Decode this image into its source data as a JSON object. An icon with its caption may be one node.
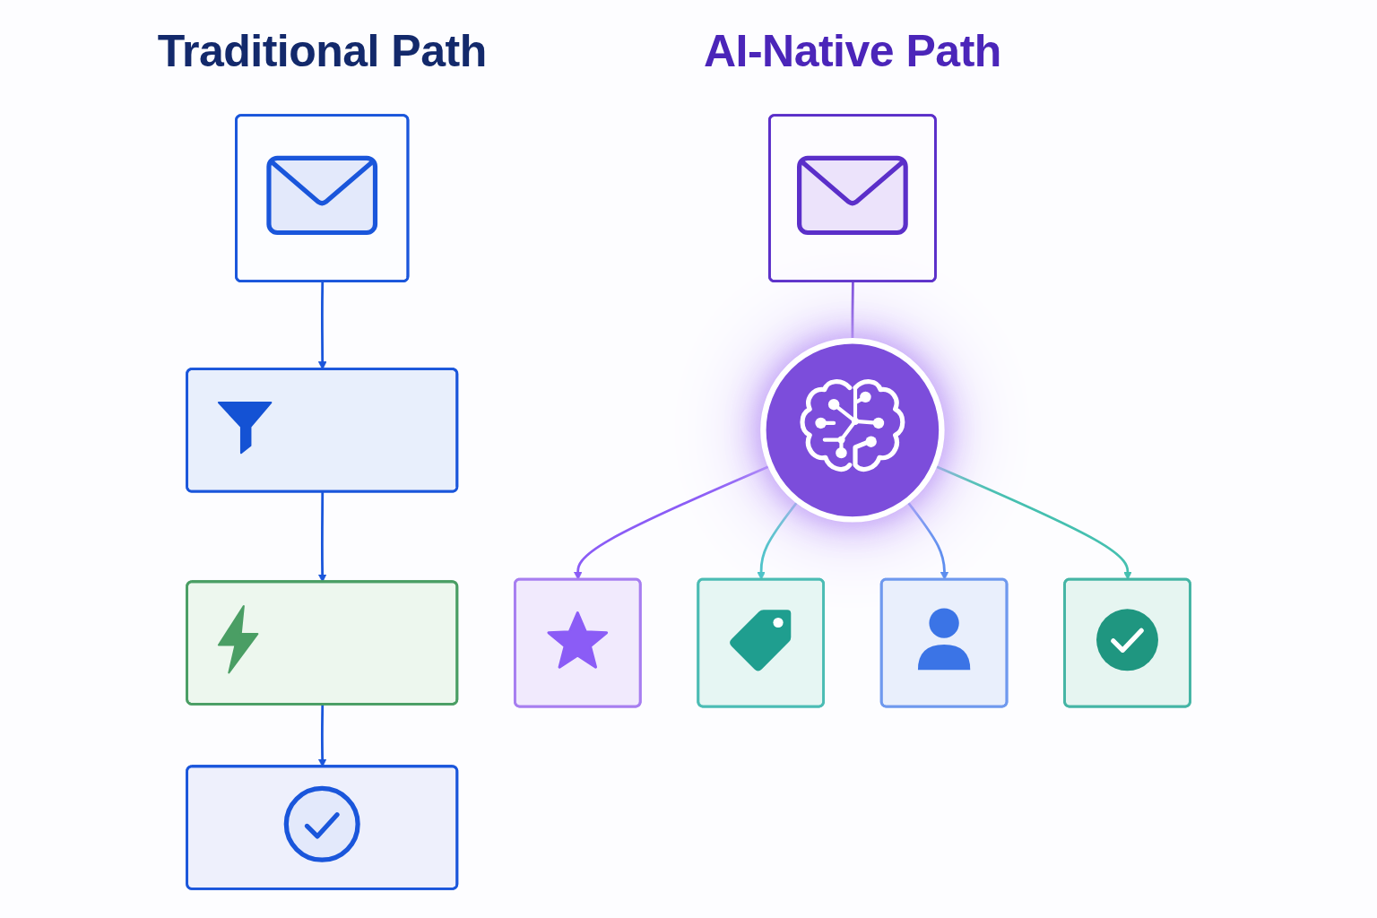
{
  "diagram": {
    "nodes": [
      {
        "text": [],
        "shape": "box"
      },
      {
        "text": [],
        "shape": "box"
      },
      {
        "text": [],
        "shape": "box"
      },
      {
        "text": [],
        "shape": "box"
      },
      {
        "text": [],
        "shape": "box"
      },
      {
        "text": [],
        "shape": "circle"
      },
      {
        "text": [],
        "shape": "box"
      },
      {
        "text": [],
        "shape": "box"
      },
      {
        "text": [],
        "shape": "box"
      },
      {
        "text": [],
        "shape": "box"
      }
    ],
    "edges": [
      {
        "from": 0,
        "to": 1,
        "arrow": "to"
      },
      {
        "from": 1,
        "to": 2,
        "arrow": "to"
      },
      {
        "from": 2,
        "to": 3,
        "arrow": "to"
      },
      {
        "from": 4,
        "to": 5,
        "arrow": "none",
        "color": "#7c4ddb"
      },
      {
        "from": 5,
        "to": 6,
        "arrow": "to",
        "color": "#8b5cf6"
      },
      {
        "from": 5,
        "to": 7,
        "arrow": "to",
        "color": "#4cc3c8"
      },
      {
        "from": 5,
        "to": 8,
        "arrow": "to",
        "color": "#5b8def"
      },
      {
        "from": 5,
        "to": 9,
        "arrow": "to",
        "color": "#45c0b0"
      }
    ],
    "labels": [
      "Traditional Path",
      "AI-Native Path"
    ]
  }
}
